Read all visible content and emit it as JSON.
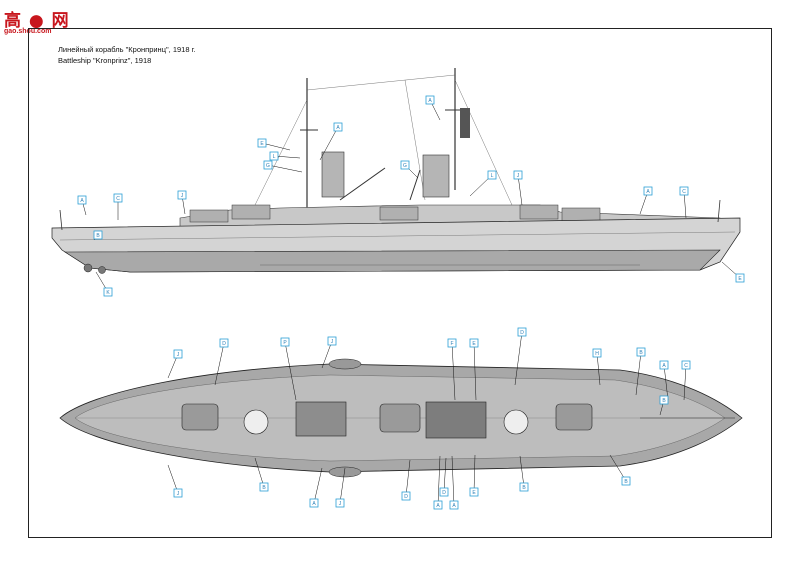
{
  "watermark": {
    "logo_text": "高 ● 网",
    "url": "gao.shou.com"
  },
  "title": {
    "ru": "Линейный корабль \"Кронпринц\", 1918 г.",
    "en": "Battleship \"Kronprinz\", 1918"
  },
  "colors": {
    "hull": "#a9a9a9",
    "deck": "#9b9b9b",
    "superstructure": "#c8c8c8",
    "callout": "#2a9fd6"
  },
  "callouts": {
    "side": [
      "A",
      "B",
      "K",
      "C",
      "J",
      "E",
      "L",
      "G",
      "A",
      "A",
      "G",
      "L",
      "J",
      "A",
      "C",
      "E"
    ],
    "top": [
      "J",
      "D",
      "P",
      "J",
      "F",
      "E",
      "D",
      "H",
      "B",
      "A",
      "C",
      "J",
      "B",
      "A",
      "J",
      "D",
      "B",
      "A",
      "A",
      "D",
      "B",
      "E",
      "B"
    ]
  }
}
